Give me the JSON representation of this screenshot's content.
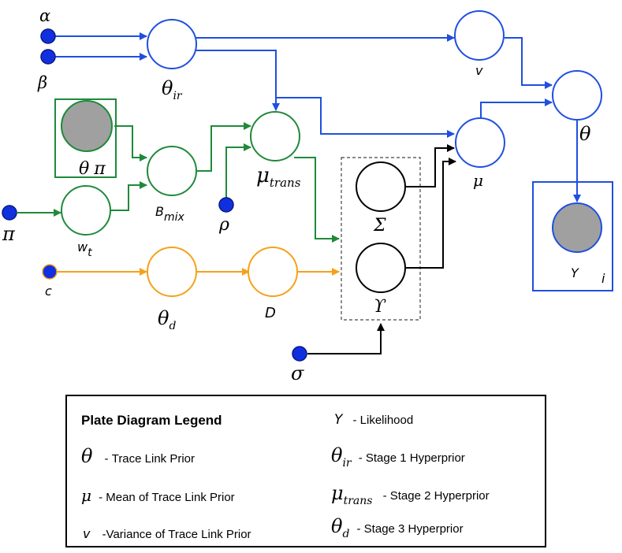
{
  "nodes": {
    "alpha": "α",
    "beta": "β",
    "theta_ir": "θ",
    "theta_ir_sub": "ir",
    "v": "v",
    "theta": "θ",
    "mu": "μ",
    "mu_trans": "μ",
    "mu_trans_sub": "trans",
    "theta_pi": "θ",
    "theta_pi_sym": "π",
    "b_mix": "B",
    "b_mix_sub": "mix",
    "rho": "ρ",
    "pi": "π",
    "w_t": "w",
    "w_t_sub": "t",
    "c": "c",
    "theta_d": "θ",
    "theta_d_sub": "d",
    "d": "D",
    "sigma_cap": "Σ",
    "upsilon": "ϒ",
    "sigma": "σ",
    "y": "Y",
    "plate_index": "i"
  },
  "colors": {
    "blue": "#1f4fe0",
    "green": "#1f8a3a",
    "orange": "#f5a11a",
    "black": "#000000",
    "observed_fill": "#a0a0a0",
    "hyper_fill": "#1030e0"
  },
  "legend": {
    "title": "Plate Diagram Legend",
    "items": [
      {
        "symbol": "θ",
        "sub": "",
        "text": "- Trace Link Prior"
      },
      {
        "symbol": "μ",
        "sub": "",
        "text": "- Mean of Trace Link Prior"
      },
      {
        "symbol": "v",
        "sub": "",
        "text": "-Variance of Trace Link Prior"
      },
      {
        "symbol": "Y",
        "sub": "",
        "text": "- Likelihood"
      },
      {
        "symbol": "θ",
        "sub": "ir",
        "text": "- Stage 1 Hyperprior"
      },
      {
        "symbol": "μ",
        "sub": "trans",
        "text": "- Stage 2 Hyperprior"
      },
      {
        "symbol": "θ",
        "sub": "d",
        "text": "- Stage 3 Hyperprior"
      }
    ]
  }
}
